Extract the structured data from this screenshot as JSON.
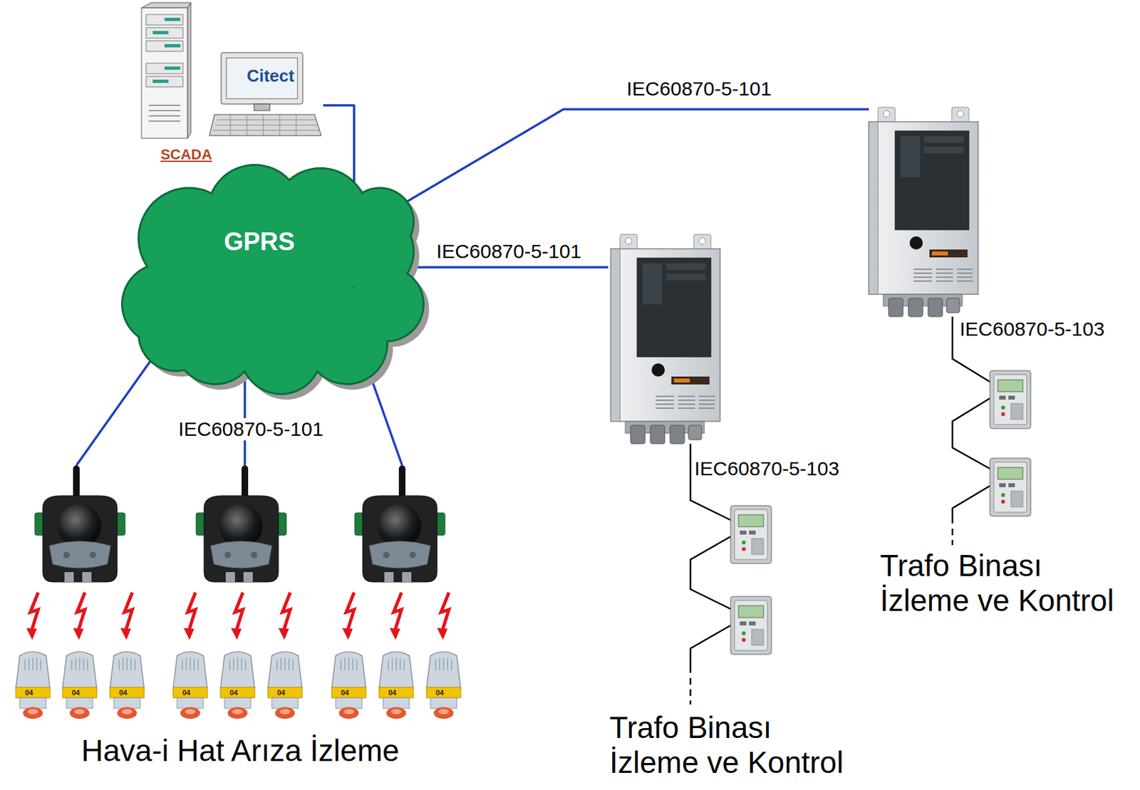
{
  "diagram": {
    "nodes": [
      {
        "text": [
          "SCADA"
        ]
      },
      {
        "text": [
          "GPRS"
        ]
      },
      {
        "text": [
          "Trafo Binası İzleme ve Kontrol"
        ]
      },
      {
        "text": [
          "Trafo Binası İzleme ve Kontrol"
        ]
      },
      {
        "text": [
          "Hava-i Hat Arıza İzleme"
        ]
      }
    ],
    "edges": [
      {
        "from": 0,
        "to": 1,
        "arrow": "none"
      },
      {
        "from": 1,
        "to": 2,
        "label": "IEC60870-5-101",
        "arrow": "none"
      },
      {
        "from": 1,
        "to": 3,
        "label": "IEC60870-5-101",
        "arrow": "none"
      },
      {
        "from": 1,
        "to": 4,
        "arrow": "none"
      },
      {
        "from": 1,
        "to": 4,
        "label": "IEC60870-5-101",
        "arrow": "none"
      },
      {
        "from": 1,
        "to": 4,
        "arrow": "none"
      }
    ],
    "labels": [
      "Citect",
      "IEC60870-5-103",
      "IEC60870-5-103",
      "04",
      "04",
      "04",
      "04",
      "04",
      "04",
      "04",
      "04",
      "04"
    ]
  }
}
